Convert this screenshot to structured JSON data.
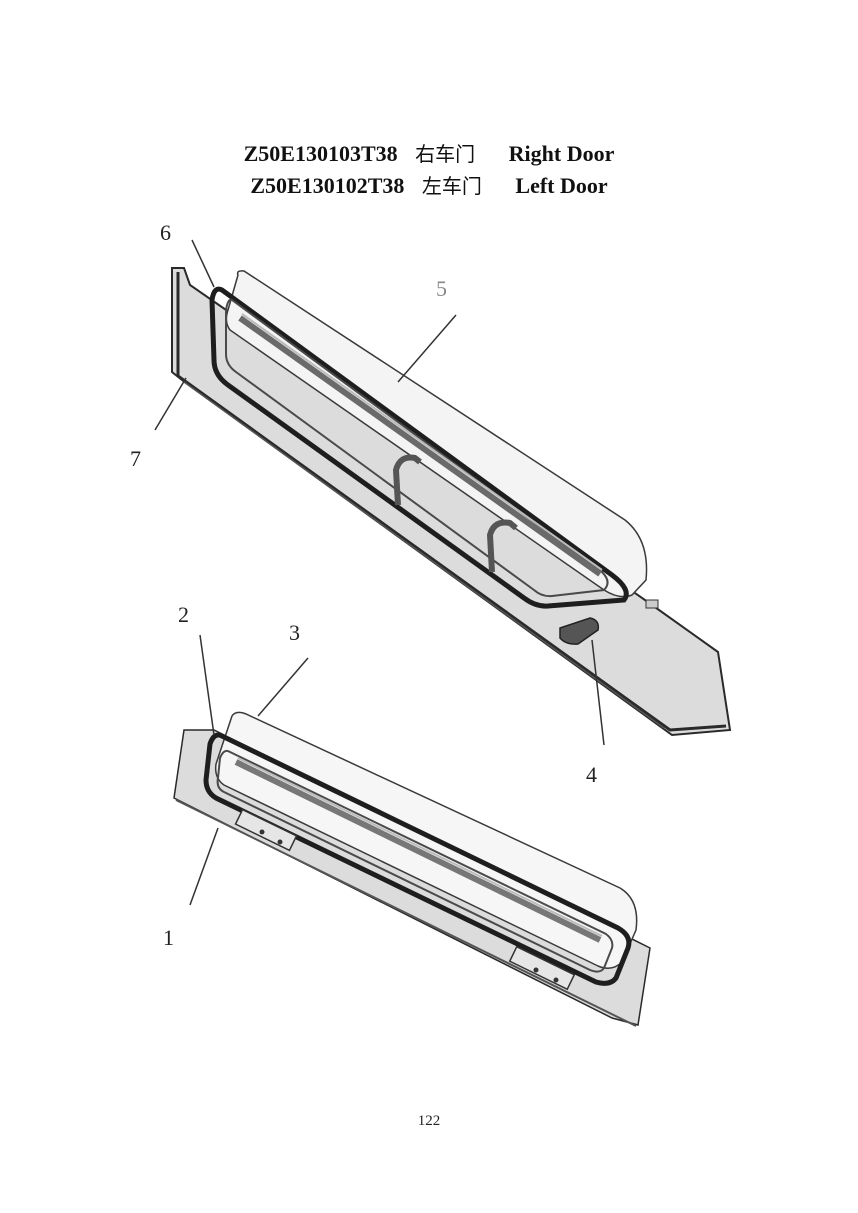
{
  "title": {
    "lines": [
      {
        "part_no": "Z50E130103T38",
        "cn_name": "右车门",
        "en_name": "Right Door"
      },
      {
        "part_no": "Z50E130102T38",
        "cn_name": "左车门",
        "en_name": "Left Door"
      }
    ]
  },
  "callouts": [
    "1",
    "2",
    "3",
    "4",
    "5",
    "6",
    "7"
  ],
  "page_number": "122"
}
